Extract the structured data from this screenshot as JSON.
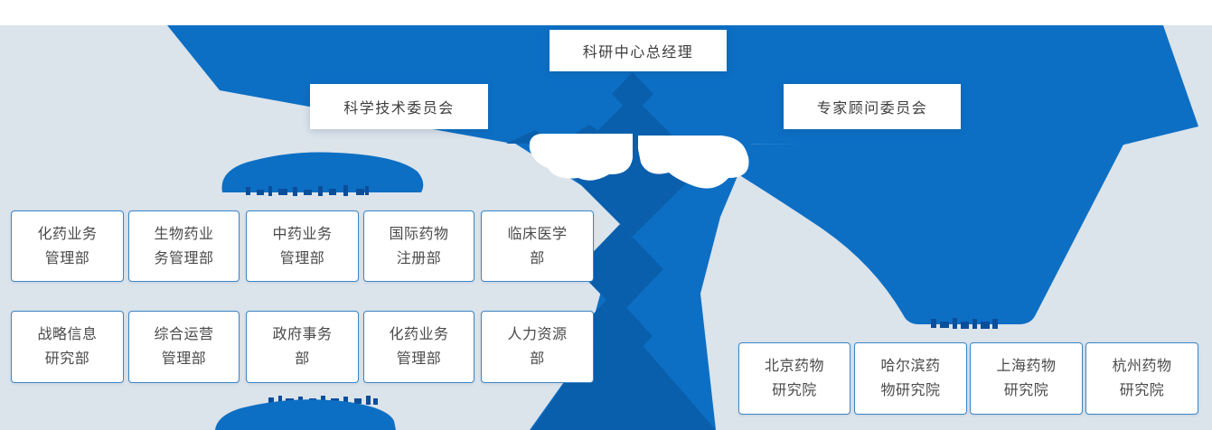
{
  "org_chart": {
    "general_manager": "科研中心总经理",
    "committees": {
      "left": "科学技术委员会",
      "right": "专家顾问委员会"
    },
    "departments_row1": [
      "化药业务管理部",
      "生物药业务管理部",
      "中药业务管理部",
      "国际药物注册部",
      "临床医学部"
    ],
    "departments_row2": [
      "战略信息研究部",
      "综合运营管理部",
      "政府事务部",
      "化药业务管理部",
      "人力资源部"
    ],
    "institutes": [
      "北京药物研究院",
      "哈尔滨药物研究院",
      "上海药物研究院",
      "杭州药物研究院"
    ]
  },
  "colors": {
    "primary_blue": "#0C6FC4",
    "dark_blue": "#0A5FAC",
    "obscured_text_blue": "#0B4E9A",
    "background": "#DBE3EB",
    "box_border": "#3B86C6",
    "box_text": "#474747"
  }
}
